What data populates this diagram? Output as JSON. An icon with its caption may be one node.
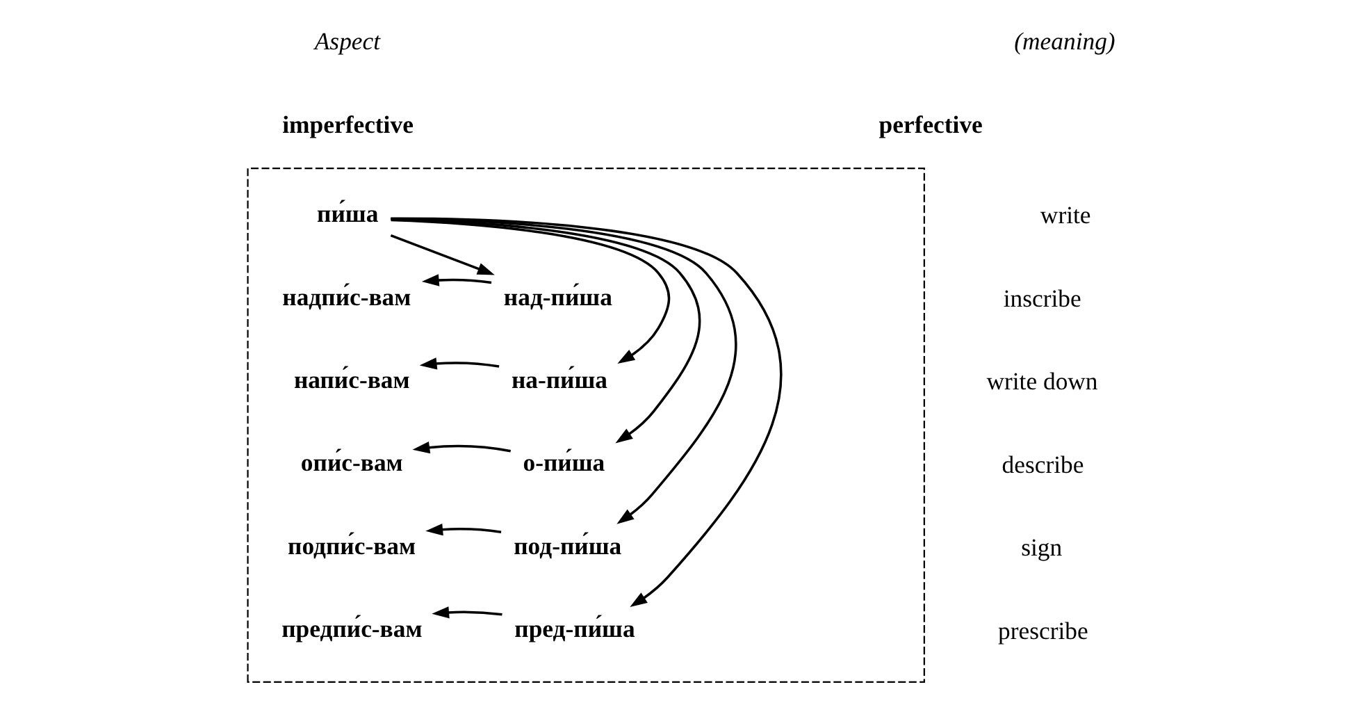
{
  "diagram": {
    "nodes": [
      {
        "text": [],
        "shape": "box"
      },
      {
        "text": [
          "пи́ша"
        ],
        "in": 0
      },
      {
        "text": [
          "надпи́с-вам"
        ],
        "in": 0
      },
      {
        "text": [
          "напи́с-вам"
        ],
        "in": 0
      },
      {
        "text": [
          "опи́с-вам"
        ],
        "in": 0
      },
      {
        "text": [
          "подпи́с-вам"
        ],
        "in": 0
      },
      {
        "text": [
          "предпи́с-вам"
        ],
        "in": 0
      },
      {
        "text": [
          "над-пи́ша"
        ],
        "in": 0
      },
      {
        "text": [
          "на-пи́ша"
        ],
        "in": 0
      },
      {
        "text": [
          "о-пи́ша"
        ],
        "in": 0
      },
      {
        "text": [
          "под-пи́ша"
        ],
        "in": 0
      },
      {
        "text": [
          "пред-пи́ша"
        ],
        "in": 0
      }
    ],
    "edges": [
      {
        "from": 1,
        "to": 7,
        "arrow": "to"
      },
      {
        "from": 1,
        "to": 8,
        "arrow": "to"
      },
      {
        "from": 1,
        "to": 9,
        "arrow": "to"
      },
      {
        "from": 1,
        "to": 10,
        "arrow": "to"
      },
      {
        "from": 1,
        "to": 11,
        "arrow": "to"
      },
      {
        "from": 7,
        "to": 2,
        "arrow": "to"
      },
      {
        "from": 8,
        "to": 3,
        "arrow": "to"
      },
      {
        "from": 9,
        "to": 4,
        "arrow": "to"
      },
      {
        "from": 10,
        "to": 5,
        "arrow": "to"
      },
      {
        "from": 11,
        "to": 6,
        "arrow": "to"
      }
    ],
    "labels": [
      "Aspect",
      "imperfective",
      "perfective",
      "(meaning)",
      "write",
      "inscribe",
      "write down",
      "describe",
      "sign",
      "prescribe"
    ]
  }
}
